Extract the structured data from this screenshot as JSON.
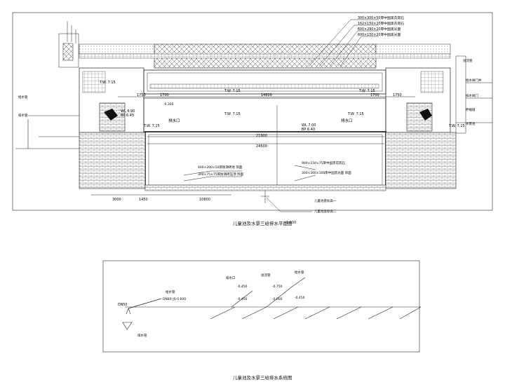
{
  "plan": {
    "title": "儿童池及水景三给排水平面图",
    "scale": "1:100",
    "dimensions": {
      "top": [
        "1750",
        "1700",
        "14600",
        "1700",
        "1750"
      ],
      "middle": [
        "21900",
        "24500"
      ],
      "bottom": [
        "3000",
        "1450",
        "10800"
      ]
    },
    "elevations": {
      "tw_left_top": "T.W. 7.15",
      "tw_center_left": "T.W. 7.15",
      "tw_center_right": "T.W. 7.15",
      "tw_right_top": "T.W. 7.15",
      "tw_left_mid": "T.W. 7.15",
      "tw_right_mid": "T.W. 7.15",
      "wl_left": "WL 6.90",
      "bp_left": "BP 6.45",
      "wl_center": "WL 7.00",
      "bp_center": "BP 6.40",
      "level_small": "-0.300"
    },
    "labels": {
      "drain_left": "排水口",
      "drain_right": "排水口",
      "tile_1": "300×300×50厚中国黑花岗石",
      "tile_2": "162×150×20厚中国黑花岗石",
      "tile_3": "600×290×20厚中国黑光面",
      "tile_4": "600×150×20厚中国黑光面",
      "pool_edge_1": "400×200×50厚防滑砖地 饰面",
      "pool_edge_2": "300×75×75厚防滑砖压顶 饰面",
      "pool_edge_3": "900×150×75厚中国黑花岗石",
      "pool_edge_4": "300×300×100厚中国黑光面 饰面",
      "bottom_note_1": "儿童池底标高一",
      "bottom_note_2": "儿童池底标高二",
      "left_1": "给水管",
      "left_2": "排水管",
      "right_1": "溢流管",
      "right_2": "给水阀门井",
      "right_3": "排水阀门",
      "right_4": "伸缩缝",
      "right_5": "水景池"
    }
  },
  "system": {
    "title": "儿童池及水景三给排水系统图",
    "labels": {
      "dn": "DN50",
      "pipe_1": "DN40-JS-0.600",
      "elev_1": "-0.450",
      "elev_2": "-0.750",
      "elev_3": "-0.450",
      "elev_4": "-0.600",
      "elev_5": "-0.450",
      "note_left_1": "给水管",
      "note_left_2": "排水管",
      "note_top_1": "排水口",
      "note_top_2": "溢流管",
      "note_top_3": "给水管"
    }
  }
}
